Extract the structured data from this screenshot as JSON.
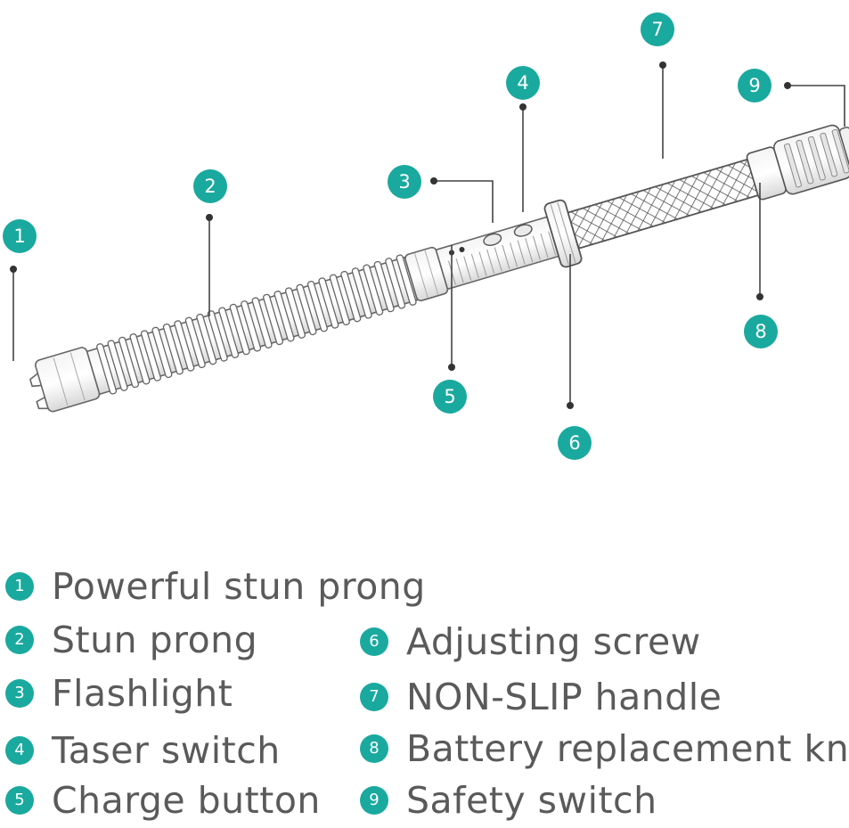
{
  "colors": {
    "accent": "#1aa99e",
    "text": "#5a5a5a",
    "line": "#444444",
    "metal": "#9a9a9a"
  },
  "callouts": [
    {
      "number": "1"
    },
    {
      "number": "2"
    },
    {
      "number": "3"
    },
    {
      "number": "4"
    },
    {
      "number": "5"
    },
    {
      "number": "6"
    },
    {
      "number": "7"
    },
    {
      "number": "8"
    },
    {
      "number": "9"
    }
  ],
  "legend": [
    {
      "number": "1",
      "label": "Powerful stun prong"
    },
    {
      "number": "2",
      "label": "Stun prong"
    },
    {
      "number": "3",
      "label": "Flashlight"
    },
    {
      "number": "4",
      "label": "Taser switch"
    },
    {
      "number": "5",
      "label": "Charge button"
    },
    {
      "number": "6",
      "label": "Adjusting screw"
    },
    {
      "number": "7",
      "label": "NON-SLIP handle"
    },
    {
      "number": "8",
      "label": "Battery replacement knob"
    },
    {
      "number": "9",
      "label": "Safety switch"
    }
  ]
}
